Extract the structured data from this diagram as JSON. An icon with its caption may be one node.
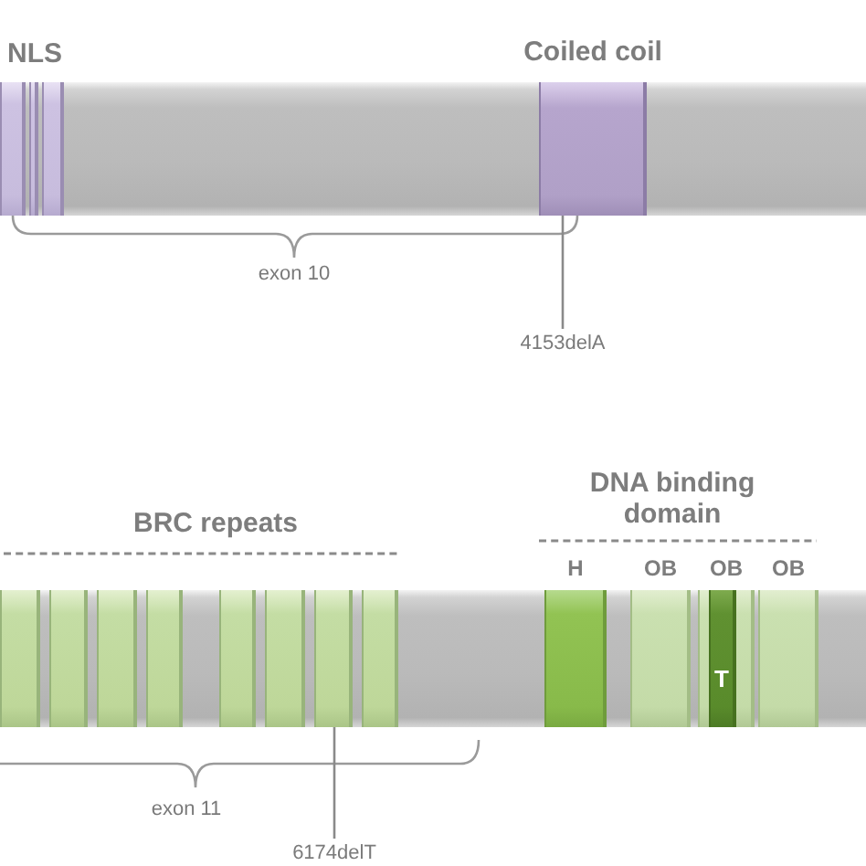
{
  "diagram": {
    "nodes": [
      {
        "text": [],
        "shape": "bar"
      },
      {
        "text": [],
        "shape": "box",
        "in": 0
      },
      {
        "text": [],
        "shape": "box",
        "in": 0
      },
      {
        "text": [],
        "shape": "box",
        "in": 0
      },
      {
        "text": [
          "Coiled coil"
        ],
        "in": 0
      },
      {
        "text": [
          "4153delA"
        ]
      },
      {
        "text": [],
        "shape": "bar"
      },
      {
        "text": [],
        "shape": "box",
        "in": 6
      },
      {
        "text": [],
        "shape": "box",
        "in": 6
      },
      {
        "text": [],
        "shape": "box",
        "in": 6
      },
      {
        "text": [],
        "shape": "box",
        "in": 6
      },
      {
        "text": [],
        "shape": "box",
        "in": 6
      },
      {
        "text": [],
        "shape": "box",
        "in": 6
      },
      {
        "text": [],
        "shape": "box",
        "in": 6
      },
      {
        "text": [],
        "shape": "box",
        "in": 6
      },
      {
        "text": [
          "H"
        ],
        "in": 6
      },
      {
        "text": [
          "OB"
        ],
        "in": 6
      },
      {
        "text": [
          "OB"
        ],
        "in": 6
      },
      {
        "text": [
          "T"
        ],
        "in": 17
      },
      {
        "text": [
          "OB"
        ],
        "in": 6
      },
      {
        "text": [
          "6174delT"
        ]
      }
    ],
    "edges": [
      {
        "from": 5,
        "to": 0,
        "arrow": "none"
      },
      {
        "from": 20,
        "to": 6,
        "arrow": "none"
      }
    ],
    "labels": [
      "NLS",
      "exon 10",
      "BRC repeats",
      "DNA binding domain",
      "exon 11"
    ]
  }
}
